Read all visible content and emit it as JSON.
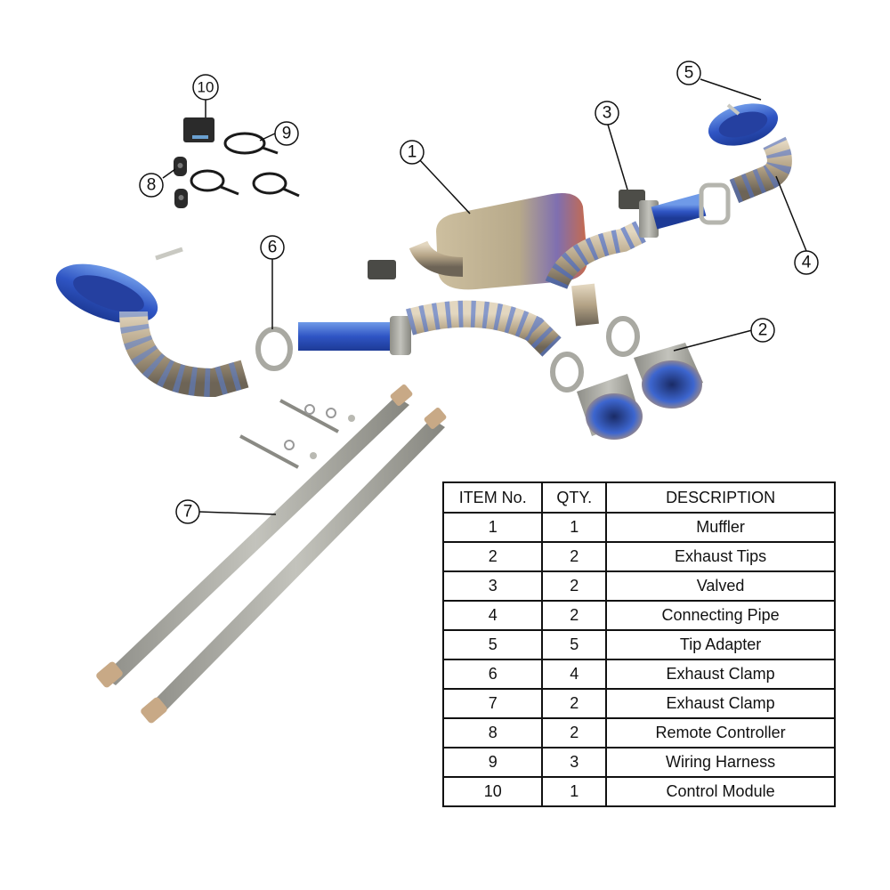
{
  "callouts": [
    "1",
    "2",
    "3",
    "4",
    "5",
    "6",
    "7",
    "8",
    "9",
    "10"
  ],
  "table": {
    "headers": [
      "ITEM No.",
      "QTY.",
      "DESCRIPTION"
    ],
    "rows": [
      {
        "item": "1",
        "qty": "1",
        "description": "Muffler"
      },
      {
        "item": "2",
        "qty": "2",
        "description": "Exhaust Tips"
      },
      {
        "item": "3",
        "qty": "2",
        "description": "Valved"
      },
      {
        "item": "4",
        "qty": "2",
        "description": "Connecting Pipe"
      },
      {
        "item": "5",
        "qty": "5",
        "description": "Tip Adapter"
      },
      {
        "item": "6",
        "qty": "4",
        "description": "Exhaust Clamp"
      },
      {
        "item": "7",
        "qty": "2",
        "description": "Exhaust Clamp"
      },
      {
        "item": "8",
        "qty": "2",
        "description": "Remote Controller"
      },
      {
        "item": "9",
        "qty": "3",
        "description": "Wiring Harness"
      },
      {
        "item": "10",
        "qty": "1",
        "description": "Control Module"
      }
    ]
  },
  "colors": {
    "burnt_blue": "#3b63c8",
    "titanium": "#b9a98c",
    "steel": "#9c9c96",
    "line": "#111111"
  }
}
